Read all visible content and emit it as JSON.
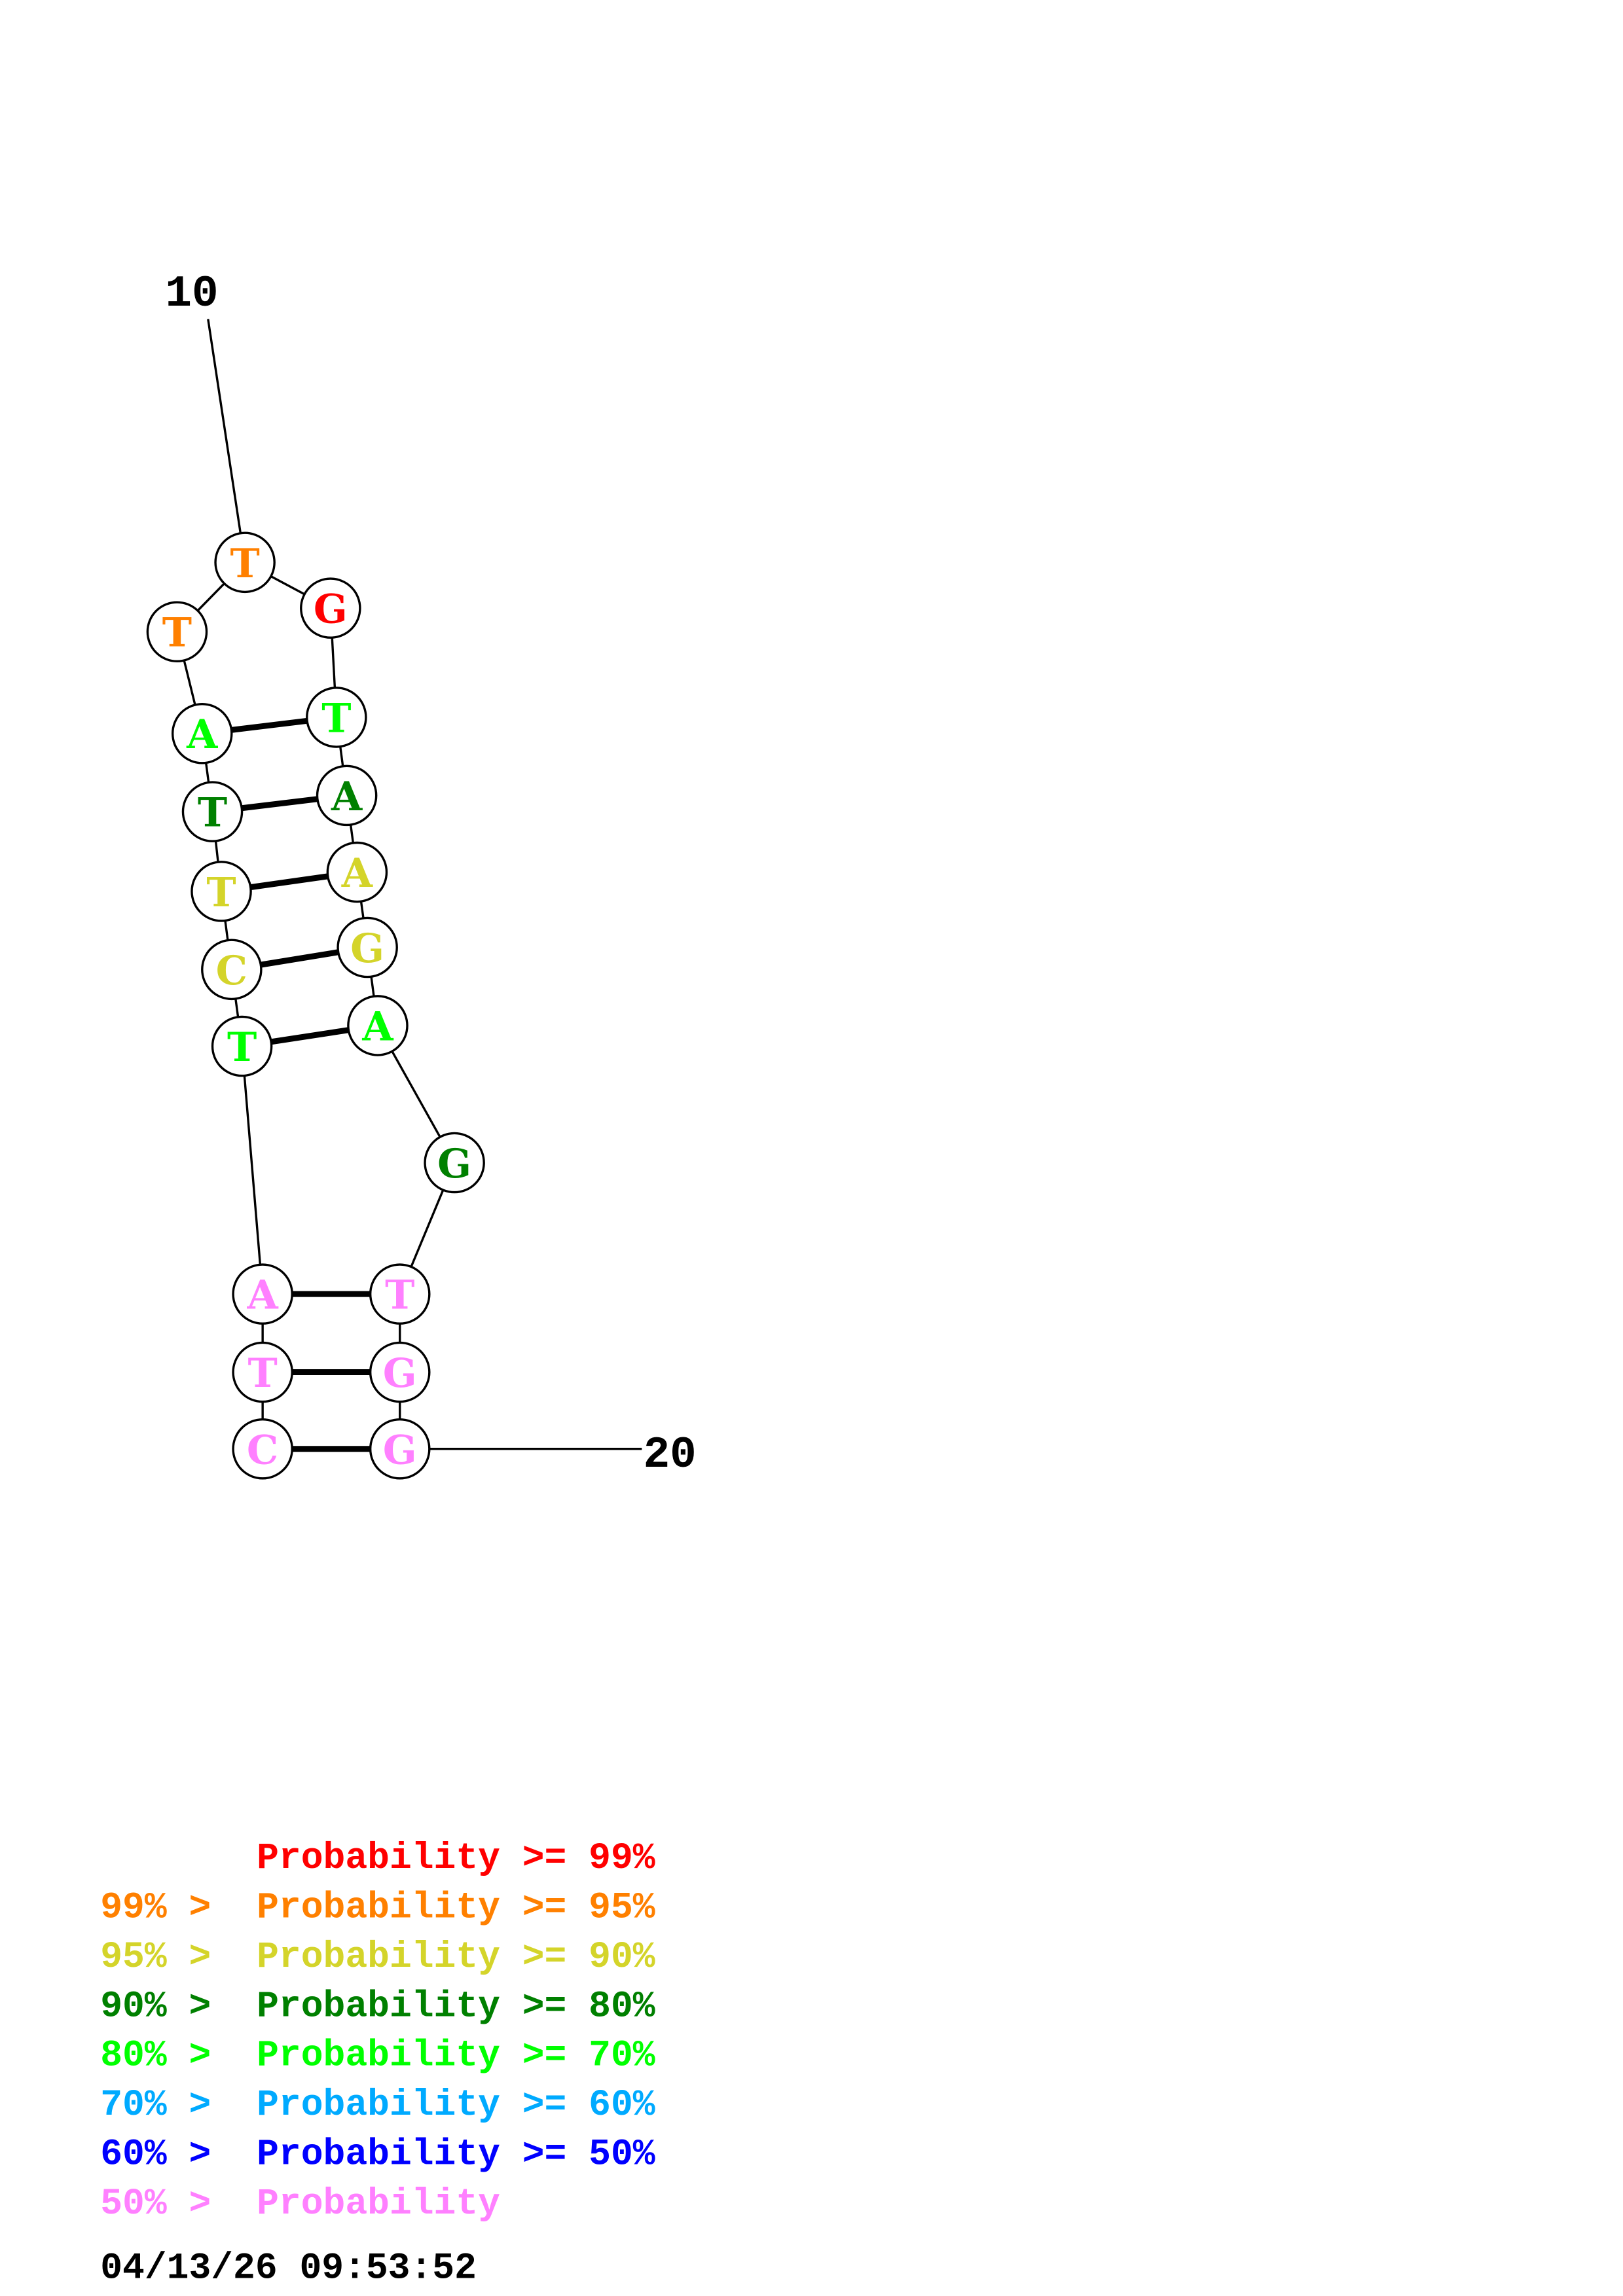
{
  "structure": {
    "start_label": "10",
    "end_label": "20",
    "nucleotides": [
      {
        "base": "T",
        "tier": 1
      },
      {
        "base": "T",
        "tier": 1
      },
      {
        "base": "A",
        "tier": 4
      },
      {
        "base": "T",
        "tier": 3
      },
      {
        "base": "T",
        "tier": 2
      },
      {
        "base": "C",
        "tier": 2
      },
      {
        "base": "T",
        "tier": 4
      },
      {
        "base": "A",
        "tier": 7
      },
      {
        "base": "T",
        "tier": 7
      },
      {
        "base": "C",
        "tier": 7
      },
      {
        "base": "G",
        "tier": 0
      },
      {
        "base": "T",
        "tier": 4
      },
      {
        "base": "A",
        "tier": 3
      },
      {
        "base": "A",
        "tier": 2
      },
      {
        "base": "G",
        "tier": 2
      },
      {
        "base": "A",
        "tier": 4
      },
      {
        "base": "G",
        "tier": 3
      },
      {
        "base": "T",
        "tier": 7
      },
      {
        "base": "G",
        "tier": 7
      },
      {
        "base": "G",
        "tier": 7
      }
    ]
  },
  "legend": {
    "colors": [
      "#ff0000",
      "#ff8000",
      "#d4d42a",
      "#008000",
      "#00ff00",
      "#00aaff",
      "#0000ff",
      "#ff80ff"
    ],
    "rows": [
      {
        "prefix": "    ",
        "text": "Probability >= 99%"
      },
      {
        "prefix": "99% > ",
        "text": "Probability >= 95%"
      },
      {
        "prefix": "95% > ",
        "text": "Probability >= 90%"
      },
      {
        "prefix": "90% > ",
        "text": "Probability >= 80%"
      },
      {
        "prefix": "80% > ",
        "text": "Probability >= 70%"
      },
      {
        "prefix": "70% > ",
        "text": "Probability >= 60%"
      },
      {
        "prefix": "60% > ",
        "text": "Probability >= 50%"
      },
      {
        "prefix": "50% > ",
        "text": "Probability"
      }
    ],
    "timestamp": "04/13/26 09:53:52"
  }
}
